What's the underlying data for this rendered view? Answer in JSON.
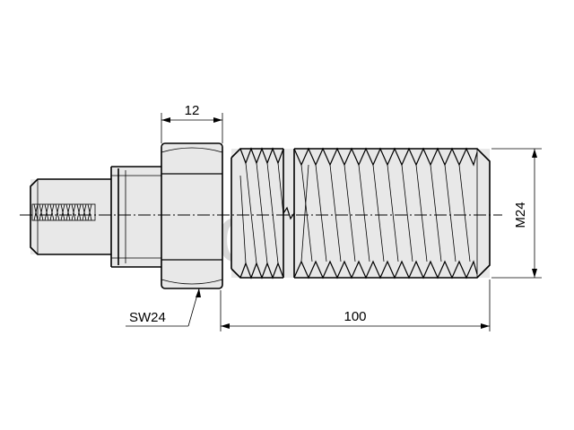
{
  "dimensions": {
    "hex_width": "12",
    "wrench_size": "SW24",
    "thread_length": "100",
    "thread_size": "M24"
  },
  "watermark": "ledoxx",
  "colors": {
    "line": "#000000",
    "fill": "#e8e8e8",
    "watermark": "#d8d8d8"
  }
}
